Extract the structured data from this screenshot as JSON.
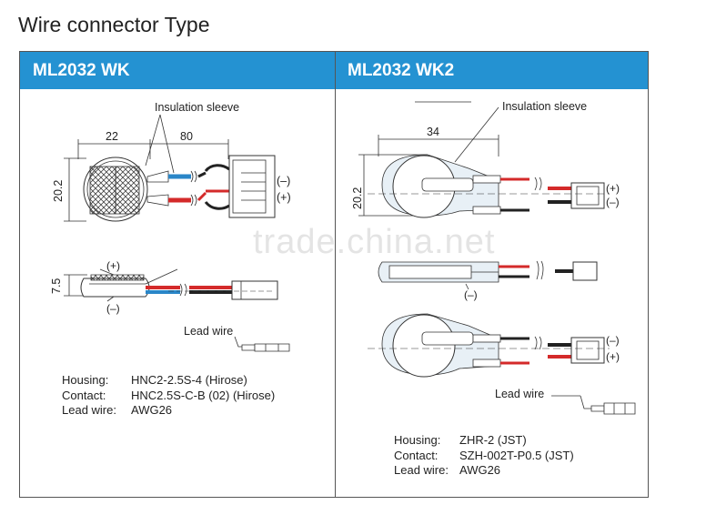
{
  "title": "Wire connector Type",
  "left": {
    "header": "ML2032 WK",
    "label_insulation": "Insulation sleeve",
    "dim_width": "22",
    "dim_wire": "80",
    "dim_height": "20.2",
    "dim_thickness": "7.5",
    "pol_neg": "(–)",
    "pol_pos": "(+)",
    "label_lead": "Lead wire",
    "specs": [
      {
        "key": "Housing:",
        "value": "HNC2-2.5S-4 (Hirose)"
      },
      {
        "key": "Contact:",
        "value": "HNC2.5S-C-B (02) (Hirose)"
      },
      {
        "key": "Lead wire:",
        "value": "AWG26"
      }
    ]
  },
  "right": {
    "header": "ML2032 WK2",
    "label_insulation": "Insulation sleeve",
    "dim_width": "34",
    "dim_height": "20.2",
    "pol_neg": "(–)",
    "pol_pos": "(+)",
    "label_lead": "Lead wire",
    "specs": [
      {
        "key": "Housing:",
        "value": "ZHR-2 (JST)"
      },
      {
        "key": "Contact:",
        "value": "SZH-002T-P0.5 (JST)"
      },
      {
        "key": "Lead wire:",
        "value": "AWG26"
      }
    ]
  },
  "watermark": "trade.china.net",
  "colors": {
    "header_bg": "#2492d2",
    "wire_red": "#d42a2a",
    "wire_blue": "#2a86c8",
    "wire_black": "#222222",
    "outline": "#333333"
  }
}
